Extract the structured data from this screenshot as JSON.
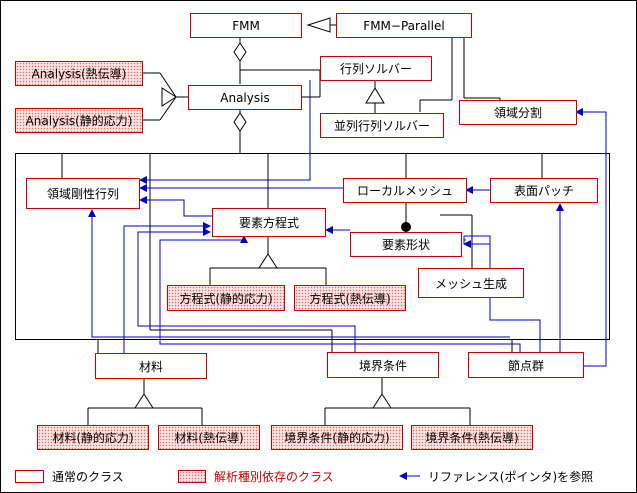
{
  "classes": {
    "fmm": "FMM",
    "fmm_parallel": "FMM−Parallel",
    "analysis_heat": "Analysis(熱伝導)",
    "analysis_stress": "Analysis(静的応力)",
    "analysis": "Analysis",
    "matrix_solver": "行列ソルバー",
    "parallel_solver": "並列行列ソルバー",
    "domain_decomposition": "領域分割",
    "stiffness_matrix": "領域剛性行列",
    "local_mesh": "ローカルメッシュ",
    "surface_patch": "表面パッチ",
    "element_equation": "要素方程式",
    "element_shape": "要素形状",
    "mesh_generation": "メッシュ生成",
    "equation_stress": "方程式(静的応力)",
    "equation_heat": "方程式(熱伝導)",
    "material": "材料",
    "boundary_condition": "境界条件",
    "node_group": "節点群",
    "material_stress": "材料(静的応力)",
    "material_heat": "材料(熱伝導)",
    "bc_stress": "境界条件(静的応力)",
    "bc_heat": "境界条件(熱伝導)"
  },
  "legend": {
    "normal_class": "通常のクラス",
    "dependent_class": "解析種別依存のクラス",
    "reference": "リファレンス(ポインタ)を参照"
  },
  "colors": {
    "box_border": "#cc0000",
    "dependent_fill": "#fbe4e4",
    "reference_arrow": "#0000cc",
    "line": "#000000",
    "legend_dependent_text": "#cc0000"
  }
}
